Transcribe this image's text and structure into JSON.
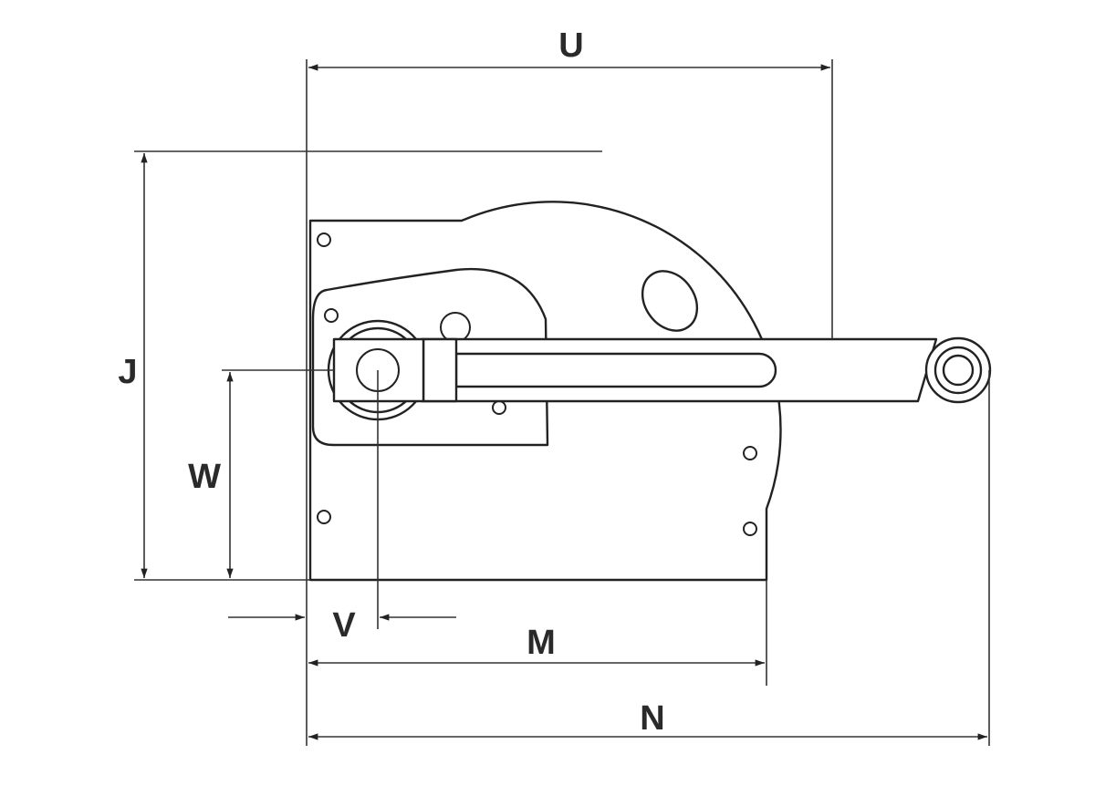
{
  "diagram": {
    "labels": {
      "U": "U",
      "J": "J",
      "W": "W",
      "V": "V",
      "M": "M",
      "N": "N"
    },
    "colors": {
      "line": "#222222",
      "text": "#2a2a2a",
      "background": "#ffffff"
    }
  }
}
